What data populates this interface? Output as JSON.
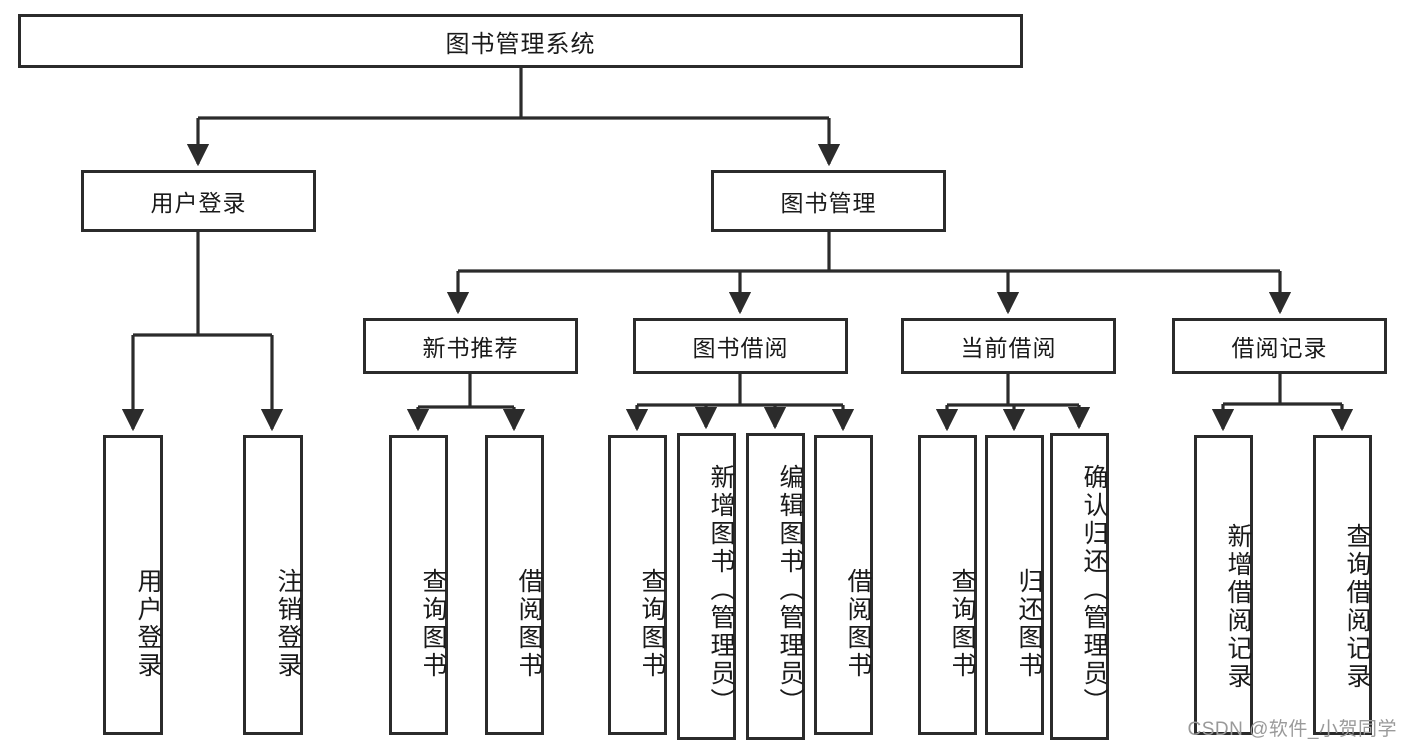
{
  "diagram": {
    "title": "图书管理系统",
    "watermark": "CSDN @软件_小贺同学",
    "line_color": "#2b2b2b",
    "box_border_color": "#2b2b2b",
    "box_fill_color": "#ffffff",
    "nodes": {
      "root": {
        "label": "图书管理系统"
      },
      "level2": [
        {
          "id": "user-login",
          "label": "用户登录"
        },
        {
          "id": "book-manage",
          "label": "图书管理"
        }
      ],
      "level3": [
        {
          "id": "new-book-recommend",
          "label": "新书推荐"
        },
        {
          "id": "book-borrow",
          "label": "图书借阅"
        },
        {
          "id": "current-borrow",
          "label": "当前借阅"
        },
        {
          "id": "borrow-record",
          "label": "借阅记录"
        }
      ],
      "leaves": {
        "user_login": [
          {
            "id": "leaf-user-login",
            "label": "用户登录"
          },
          {
            "id": "leaf-logout-login",
            "label": "注销登录"
          }
        ],
        "new_book_recommend": [
          {
            "id": "leaf-query-book-1",
            "label": "查询图书"
          },
          {
            "id": "leaf-borrow-book-1",
            "label": "借阅图书"
          }
        ],
        "book_borrow": [
          {
            "id": "leaf-query-book-2",
            "label": "查询图书"
          },
          {
            "id": "leaf-add-book-admin",
            "label": "新增图书（管理员）"
          },
          {
            "id": "leaf-edit-book-admin",
            "label": "编辑图书（管理员）"
          },
          {
            "id": "leaf-borrow-book-2",
            "label": "借阅图书"
          }
        ],
        "current_borrow": [
          {
            "id": "leaf-query-book-3",
            "label": "查询图书"
          },
          {
            "id": "leaf-return-book",
            "label": "归还图书"
          },
          {
            "id": "leaf-confirm-return-admin",
            "label": "确认归还（管理员）"
          }
        ],
        "borrow_record": [
          {
            "id": "leaf-add-borrow-record",
            "label": "新增借阅记录"
          },
          {
            "id": "leaf-query-borrow-record",
            "label": "查询借阅记录"
          }
        ]
      }
    }
  }
}
